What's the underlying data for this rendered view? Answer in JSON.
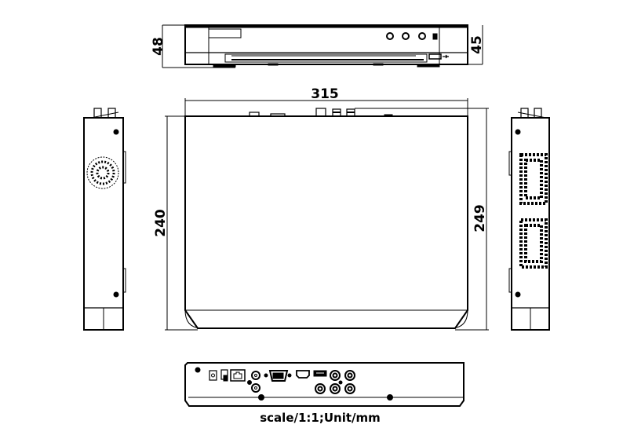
{
  "dimensions": {
    "front_height_total": "48",
    "front_height_body": "45",
    "width": "315",
    "depth_body": "240",
    "depth_total": "249"
  },
  "caption": "scale/1:1;Unit/mm",
  "colors": {
    "line": "#000000",
    "background": "#ffffff"
  }
}
